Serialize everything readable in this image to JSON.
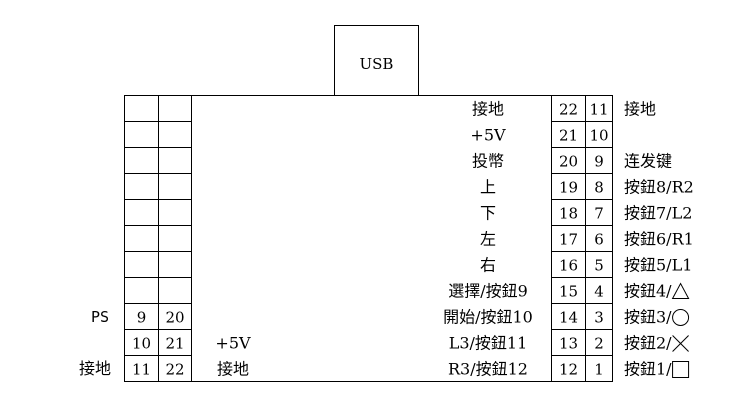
{
  "usb_label": "USB",
  "ps_label": "PS",
  "ground_label_left": "接地",
  "left_connector": {
    "rows": [
      {
        "a": "",
        "b": ""
      },
      {
        "a": "",
        "b": ""
      },
      {
        "a": "",
        "b": ""
      },
      {
        "a": "",
        "b": ""
      },
      {
        "a": "",
        "b": ""
      },
      {
        "a": "",
        "b": ""
      },
      {
        "a": "",
        "b": ""
      },
      {
        "a": "",
        "b": ""
      },
      {
        "a": "9",
        "b": "20"
      },
      {
        "a": "10",
        "b": "21"
      },
      {
        "a": "11",
        "b": "22"
      }
    ]
  },
  "left_inner_labels": [
    {
      "row": 9,
      "text": "+5V"
    },
    {
      "row": 10,
      "text": "接地"
    }
  ],
  "right_connector": {
    "rows": [
      {
        "inner": "接地",
        "pin_a": "22",
        "pin_b": "11",
        "outer": "接地"
      },
      {
        "inner": "+5V",
        "pin_a": "21",
        "pin_b": "10",
        "outer": ""
      },
      {
        "inner": "投幣",
        "pin_a": "20",
        "pin_b": "9",
        "outer": "连发键"
      },
      {
        "inner": "上",
        "pin_a": "19",
        "pin_b": "8",
        "outer": "按鈕8/R2"
      },
      {
        "inner": "下",
        "pin_a": "18",
        "pin_b": "7",
        "outer": "按鈕7/L2"
      },
      {
        "inner": "左",
        "pin_a": "17",
        "pin_b": "6",
        "outer": "按鈕6/R1"
      },
      {
        "inner": "右",
        "pin_a": "16",
        "pin_b": "5",
        "outer": "按鈕5/L1"
      },
      {
        "inner": "選擇/按鈕9",
        "pin_a": "15",
        "pin_b": "4",
        "outer": "按鈕4/",
        "outer_icon": "triangle-icon"
      },
      {
        "inner": "開始/按鈕10",
        "pin_a": "14",
        "pin_b": "3",
        "outer": "按鈕3/",
        "outer_icon": "circle-icon"
      },
      {
        "inner": "L3/按鈕11",
        "pin_a": "13",
        "pin_b": "2",
        "outer": "按鈕2/",
        "outer_icon": "cross-icon"
      },
      {
        "inner": "R3/按鈕12",
        "pin_a": "12",
        "pin_b": "1",
        "outer": "按鈕1/",
        "outer_icon": "square-icon"
      }
    ]
  }
}
